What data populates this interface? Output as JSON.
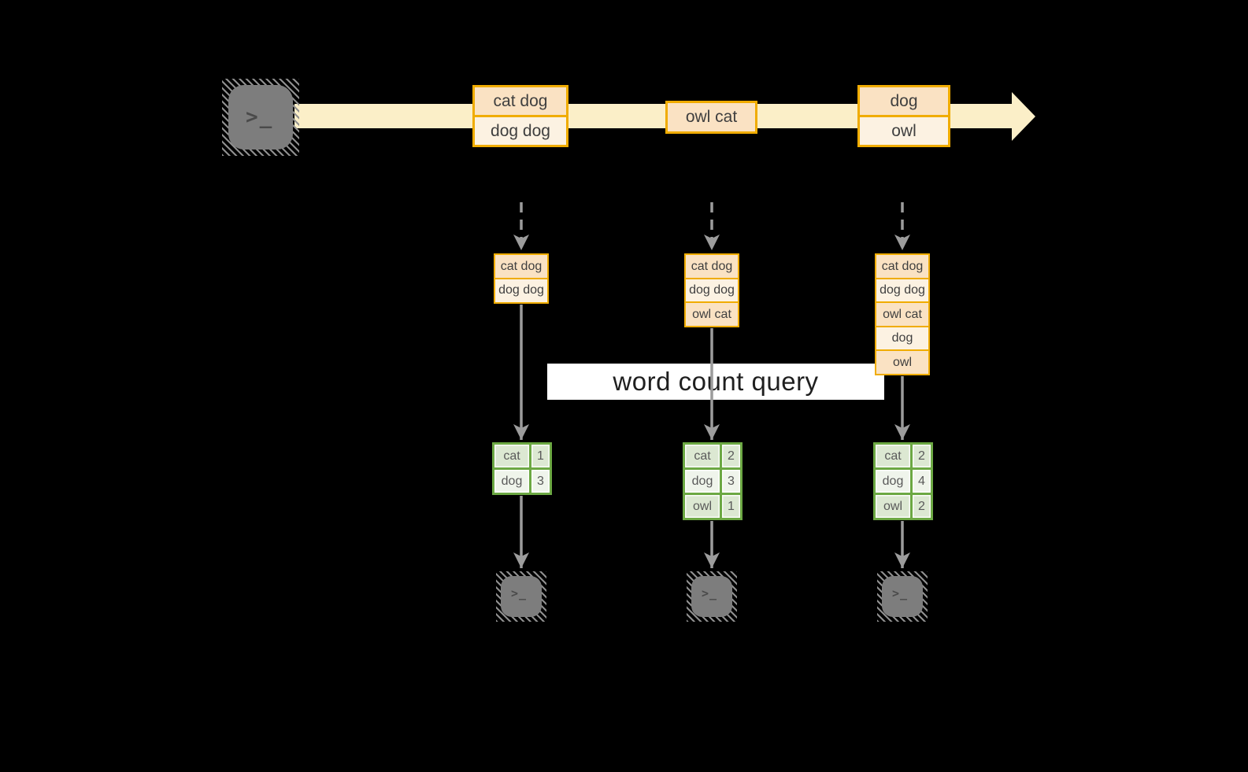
{
  "colors": {
    "background": "#000000",
    "gold_border": "#F0AC00",
    "record_fill_dark": "#FAE2C3",
    "record_fill_light": "#FCF2E2",
    "stream_band": "#FBEFC8",
    "green_border": "#6CA843",
    "green_row_dark": "#DCE8D2",
    "green_row_light": "#EFF4EB",
    "arrow_gray": "#9C9C9C",
    "terminal_gray": "#7D7D7D"
  },
  "icons": {
    "terminal_glyph": ">_"
  },
  "stream": {
    "records": [
      {
        "lines": [
          "cat dog",
          "dog dog"
        ]
      },
      {
        "lines": [
          "owl cat"
        ]
      },
      {
        "lines": [
          "dog",
          "owl"
        ]
      }
    ]
  },
  "query_label": "word count query",
  "columns": [
    {
      "buffer": [
        "cat dog",
        "dog dog"
      ],
      "counts": [
        {
          "word": "cat",
          "count": "1"
        },
        {
          "word": "dog",
          "count": "3"
        }
      ]
    },
    {
      "buffer": [
        "cat dog",
        "dog dog",
        "owl cat"
      ],
      "counts": [
        {
          "word": "cat",
          "count": "2"
        },
        {
          "word": "dog",
          "count": "3"
        },
        {
          "word": "owl",
          "count": "1"
        }
      ]
    },
    {
      "buffer": [
        "cat dog",
        "dog dog",
        "owl cat",
        "dog",
        "owl"
      ],
      "counts": [
        {
          "word": "cat",
          "count": "2"
        },
        {
          "word": "dog",
          "count": "4"
        },
        {
          "word": "owl",
          "count": "2"
        }
      ]
    }
  ]
}
